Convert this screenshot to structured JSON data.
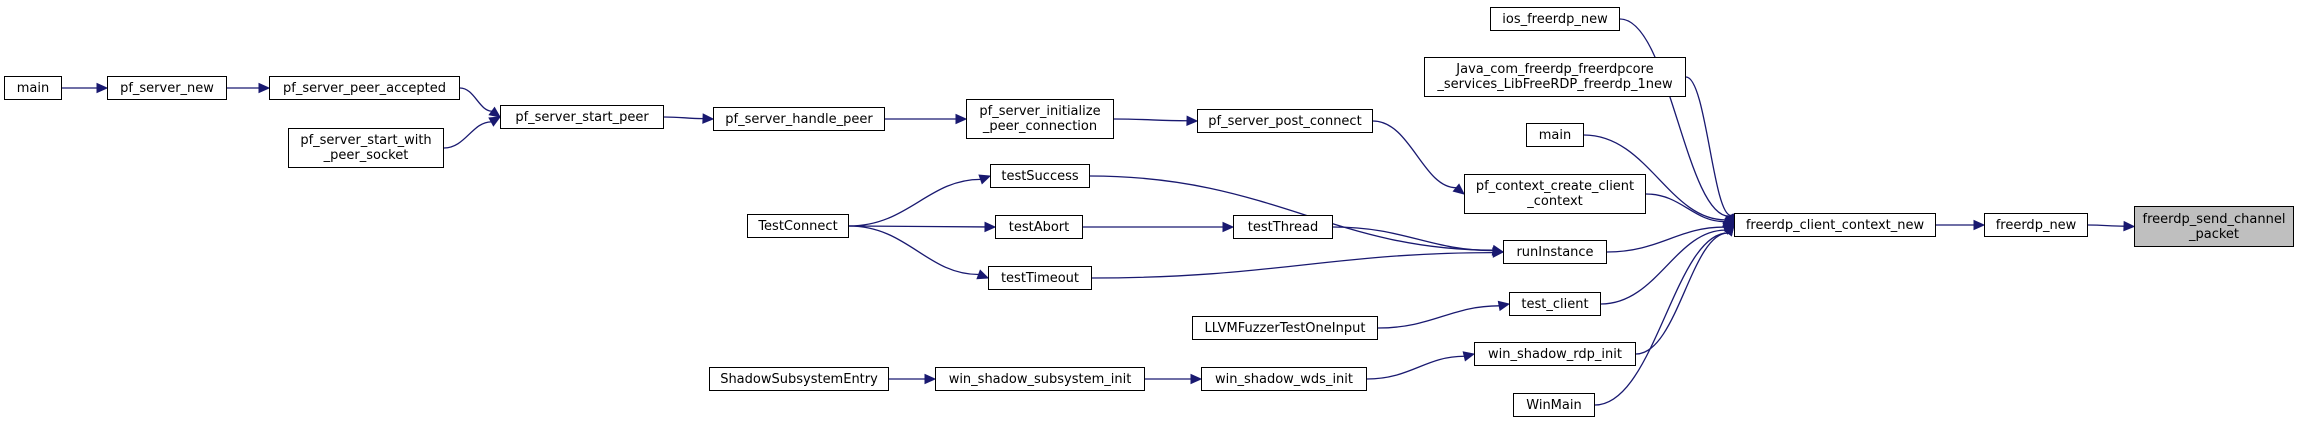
{
  "graph": {
    "colors": {
      "edge": "#191970",
      "node_border": "#000000",
      "node_fill": "#ffffff",
      "root_fill": "#bfbfbf"
    },
    "nodes": {
      "freerdp_send_channel_packet": "freerdp_send_channel\n_packet",
      "freerdp_new": "freerdp_new",
      "freerdp_client_context_new": "freerdp_client_context_new",
      "ios_freerdp_new": "ios_freerdp_new",
      "java_new": "Java_com_freerdp_freerdpcore\n_services_LibFreeRDP_freerdp_1new",
      "main_right": "main",
      "pf_context_create_client_context": "pf_context_create_client\n_context",
      "runInstance": "runInstance",
      "test_client": "test_client",
      "win_shadow_rdp_init": "win_shadow_rdp_init",
      "WinMain": "WinMain",
      "pf_server_post_connect": "pf_server_post_connect",
      "pf_server_initialize_peer_connection": "pf_server_initialize\n_peer_connection",
      "pf_server_handle_peer": "pf_server_handle_peer",
      "pf_server_start_peer": "pf_server_start_peer",
      "pf_server_peer_accepted": "pf_server_peer_accepted",
      "pf_server_start_with_peer_socket": "pf_server_start_with\n_peer_socket",
      "pf_server_new": "pf_server_new",
      "main_left": "main",
      "testSuccess": "testSuccess",
      "testAbort": "testAbort",
      "testTimeout": "testTimeout",
      "testThread": "testThread",
      "TestConnect": "TestConnect",
      "LLVMFuzzerTestOneInput": "LLVMFuzzerTestOneInput",
      "win_shadow_wds_init": "win_shadow_wds_init",
      "win_shadow_subsystem_init": "win_shadow_subsystem_init",
      "ShadowSubsystemEntry": "ShadowSubsystemEntry"
    },
    "edges": [
      [
        "freerdp_new",
        "freerdp_send_channel_packet"
      ],
      [
        "freerdp_client_context_new",
        "freerdp_new"
      ],
      [
        "ios_freerdp_new",
        "freerdp_client_context_new"
      ],
      [
        "java_new",
        "freerdp_client_context_new"
      ],
      [
        "main_right",
        "freerdp_client_context_new"
      ],
      [
        "pf_context_create_client_context",
        "freerdp_client_context_new"
      ],
      [
        "runInstance",
        "freerdp_client_context_new"
      ],
      [
        "test_client",
        "freerdp_client_context_new"
      ],
      [
        "win_shadow_rdp_init",
        "freerdp_client_context_new"
      ],
      [
        "WinMain",
        "freerdp_client_context_new"
      ],
      [
        "pf_server_post_connect",
        "pf_context_create_client_context"
      ],
      [
        "pf_server_initialize_peer_connection",
        "pf_server_post_connect"
      ],
      [
        "pf_server_handle_peer",
        "pf_server_initialize_peer_connection"
      ],
      [
        "pf_server_start_peer",
        "pf_server_handle_peer"
      ],
      [
        "pf_server_peer_accepted",
        "pf_server_start_peer"
      ],
      [
        "pf_server_start_with_peer_socket",
        "pf_server_start_peer"
      ],
      [
        "pf_server_new",
        "pf_server_peer_accepted"
      ],
      [
        "main_left",
        "pf_server_new"
      ],
      [
        "testSuccess",
        "runInstance"
      ],
      [
        "testThread",
        "runInstance"
      ],
      [
        "testTimeout",
        "runInstance"
      ],
      [
        "testAbort",
        "testThread"
      ],
      [
        "TestConnect",
        "testSuccess"
      ],
      [
        "TestConnect",
        "testAbort"
      ],
      [
        "TestConnect",
        "testTimeout"
      ],
      [
        "LLVMFuzzerTestOneInput",
        "test_client"
      ],
      [
        "win_shadow_wds_init",
        "win_shadow_rdp_init"
      ],
      [
        "win_shadow_subsystem_init",
        "win_shadow_wds_init"
      ],
      [
        "ShadowSubsystemEntry",
        "win_shadow_subsystem_init"
      ]
    ]
  }
}
